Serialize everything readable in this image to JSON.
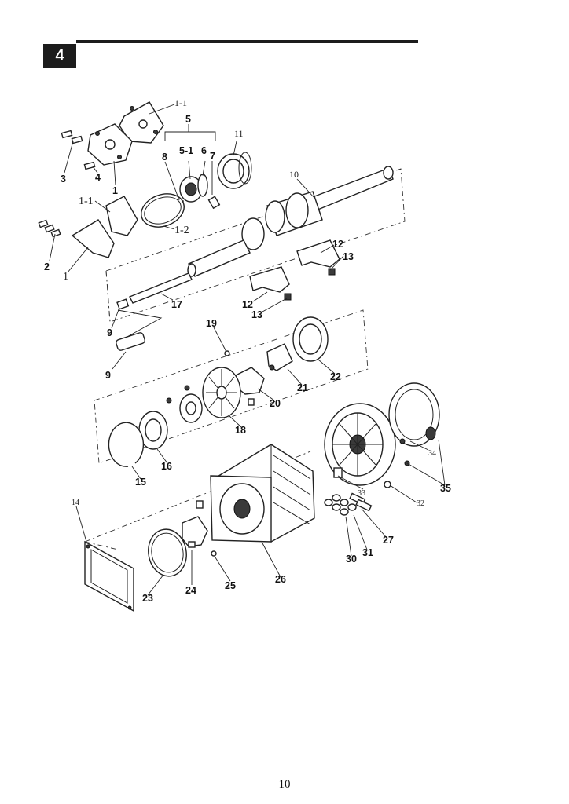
{
  "section": {
    "number": "4"
  },
  "page": {
    "number": "10"
  },
  "callouts": {
    "c1_1_top": "1-1",
    "c5": "5",
    "c5_1": "5-1",
    "c6": "6",
    "c7": "7",
    "c8": "8",
    "c11": "11",
    "c3": "3",
    "c4": "4",
    "c1_a": "1",
    "c10": "10",
    "c1_1_mid": "1-1",
    "c1_2": "1-2",
    "c2": "2",
    "c1_b": "1",
    "c12_a": "12",
    "c13_a": "13",
    "c12_b": "12",
    "c13_b": "13",
    "c17": "17",
    "c9_a": "9",
    "c9_b": "9",
    "c19": "19",
    "c22": "22",
    "c21": "21",
    "c20": "20",
    "c18": "18",
    "c16": "16",
    "c15": "15",
    "c34": "34",
    "c35": "35",
    "c33": "33",
    "c32": "32",
    "c14": "14",
    "c27": "27",
    "c31": "31",
    "c30": "30",
    "c26": "26",
    "c25": "25",
    "c24": "24",
    "c23": "23"
  },
  "icons": {
    "diagram": "exploded-parts-diagram"
  }
}
